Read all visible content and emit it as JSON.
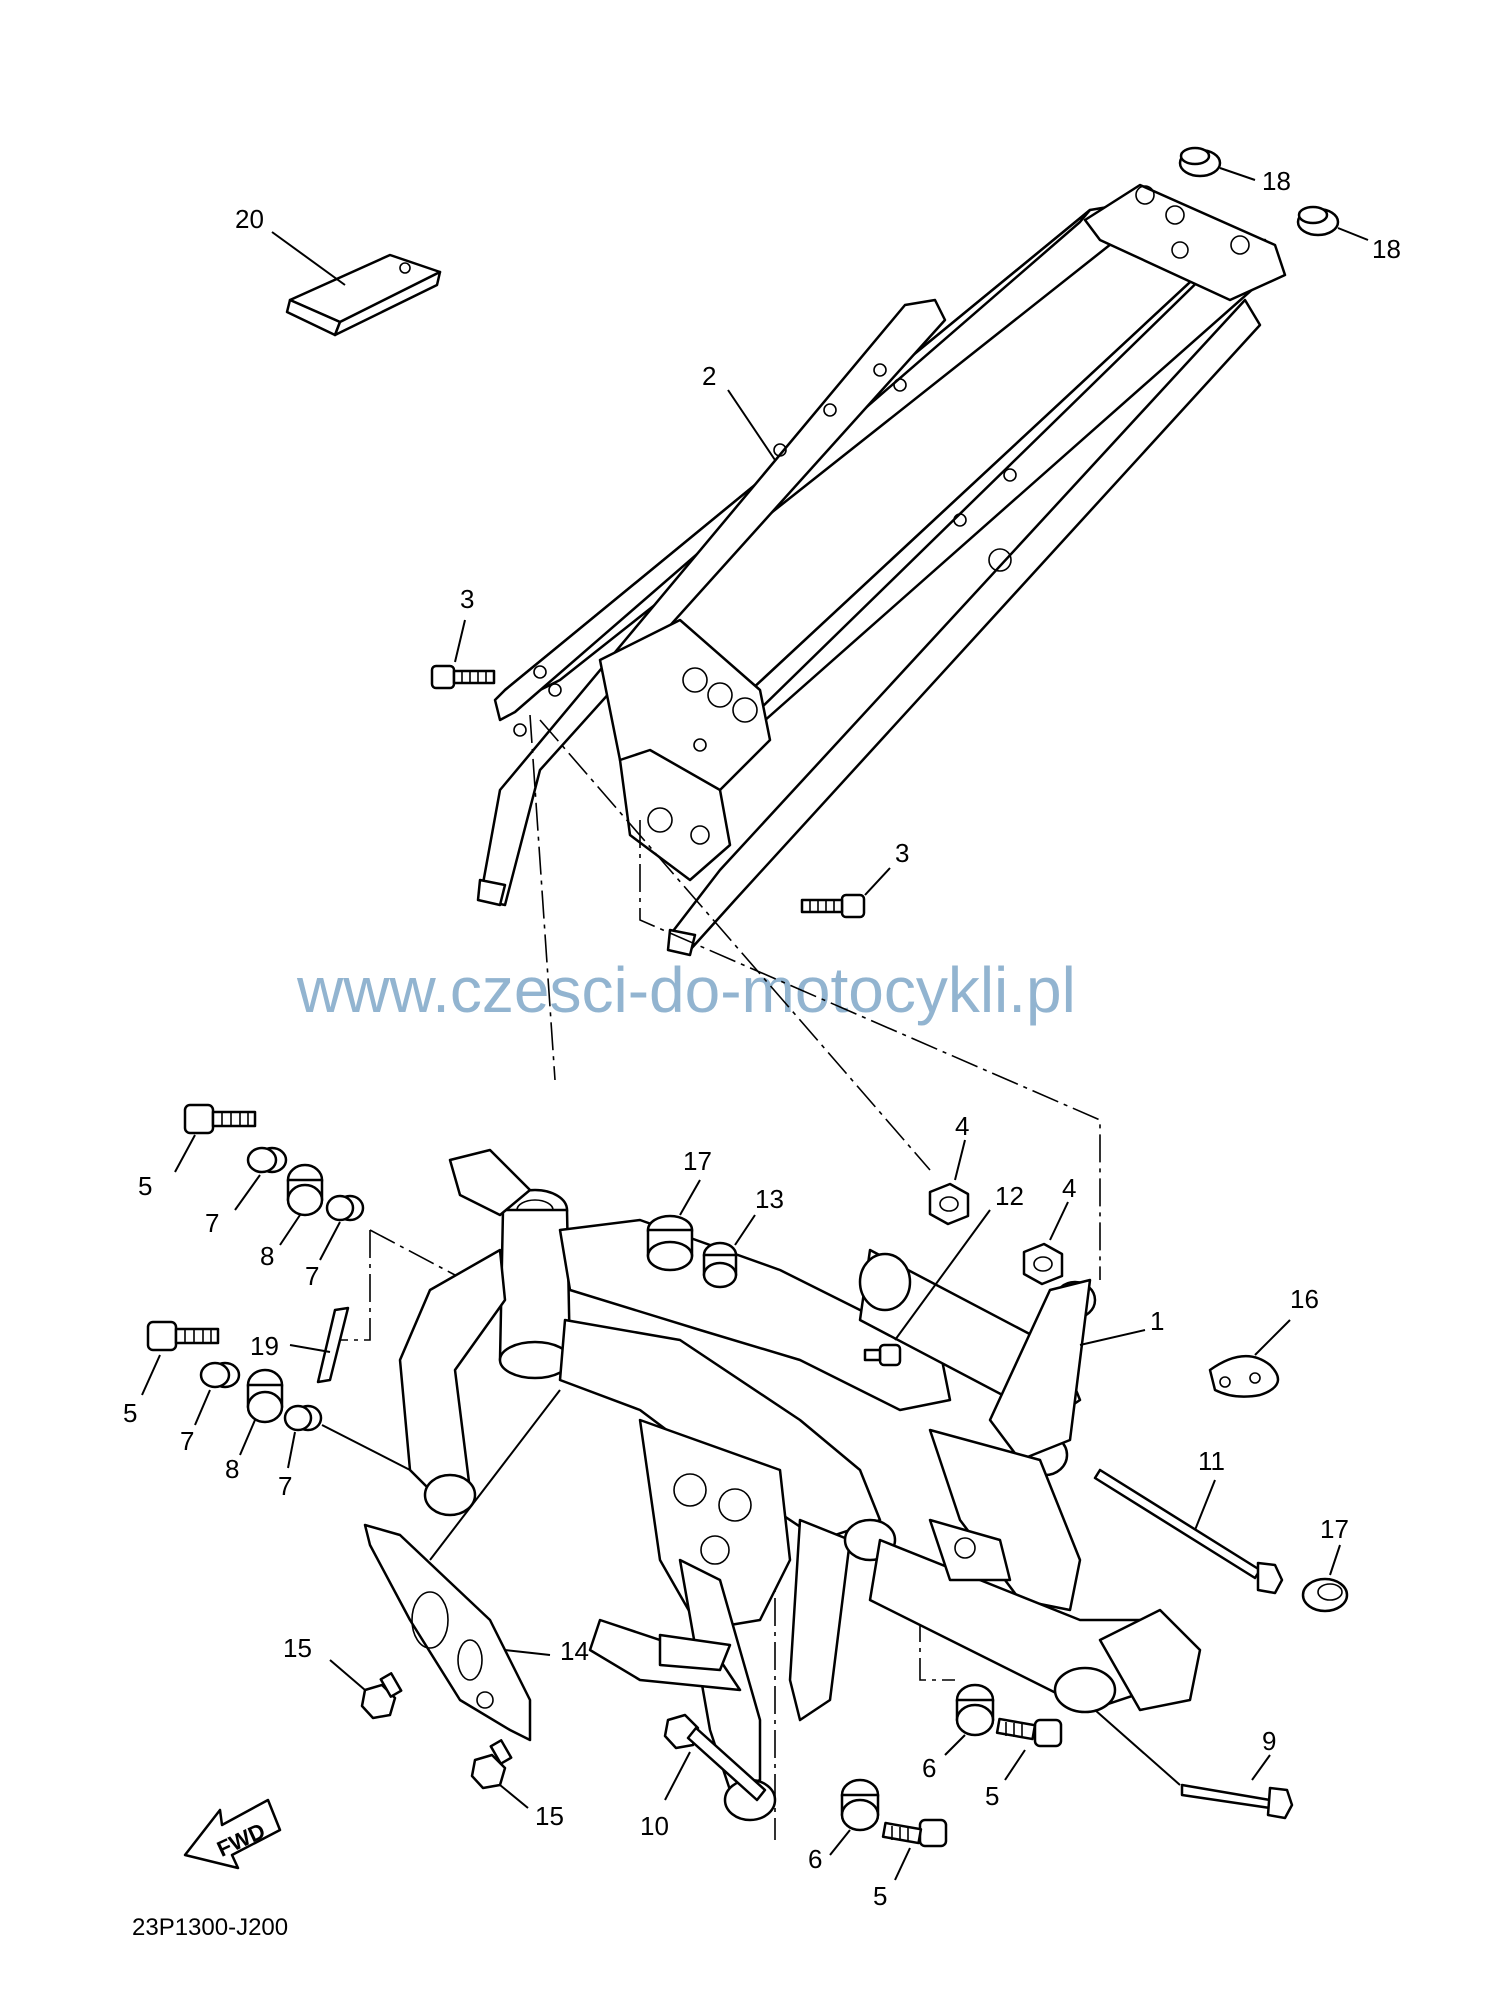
{
  "diagram": {
    "code": "23P1300-J200",
    "watermark": "www.czesci-do-motocykli.pl",
    "fwd_label": "FWD",
    "parts": {
      "p1": "1",
      "p2": "2",
      "p3a": "3",
      "p3b": "3",
      "p4a": "4",
      "p4b": "4",
      "p5a": "5",
      "p5b": "5",
      "p5c": "5",
      "p5d": "5",
      "p6a": "6",
      "p6b": "6",
      "p7a": "7",
      "p7b": "7",
      "p7c": "7",
      "p7d": "7",
      "p8a": "8",
      "p8b": "8",
      "p9": "9",
      "p10": "10",
      "p11": "11",
      "p12": "12",
      "p13": "13",
      "p14": "14",
      "p15a": "15",
      "p15b": "15",
      "p16": "16",
      "p17a": "17",
      "p17b": "17",
      "p18a": "18",
      "p18b": "18",
      "p19": "19",
      "p20": "20"
    }
  }
}
